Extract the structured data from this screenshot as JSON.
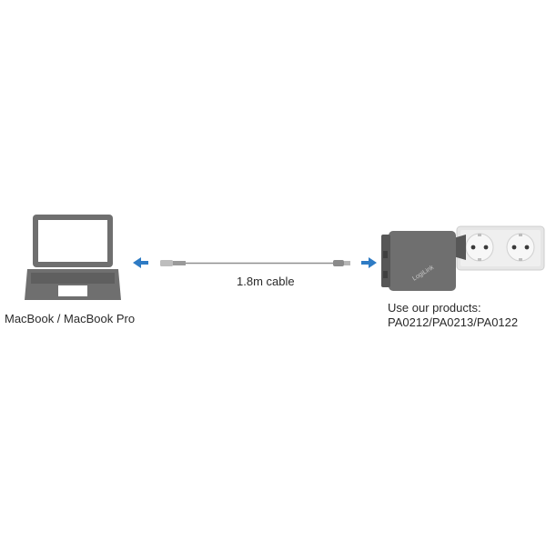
{
  "laptop": {
    "label": "MacBook / MacBook Pro",
    "icon": "laptop-icon"
  },
  "cable": {
    "label": "1.8m cable",
    "icon": "cable-icon"
  },
  "charger": {
    "brand": "LogiLink",
    "icon": "charger-icon",
    "products_line1": "Use our products:",
    "products_line2": "PA0212/PA0213/PA0122"
  },
  "socket": {
    "icon": "wall-socket-icon"
  },
  "colors": {
    "device_gray": "#6f6f6f",
    "device_dark": "#575757",
    "screen_white": "#ffffff",
    "cable_gray": "#8f8f8f",
    "arrow_blue": "#2e7bc4",
    "socket_light": "#e6e6e6",
    "socket_border": "#cfcfcf",
    "text": "#2a2a2a"
  }
}
